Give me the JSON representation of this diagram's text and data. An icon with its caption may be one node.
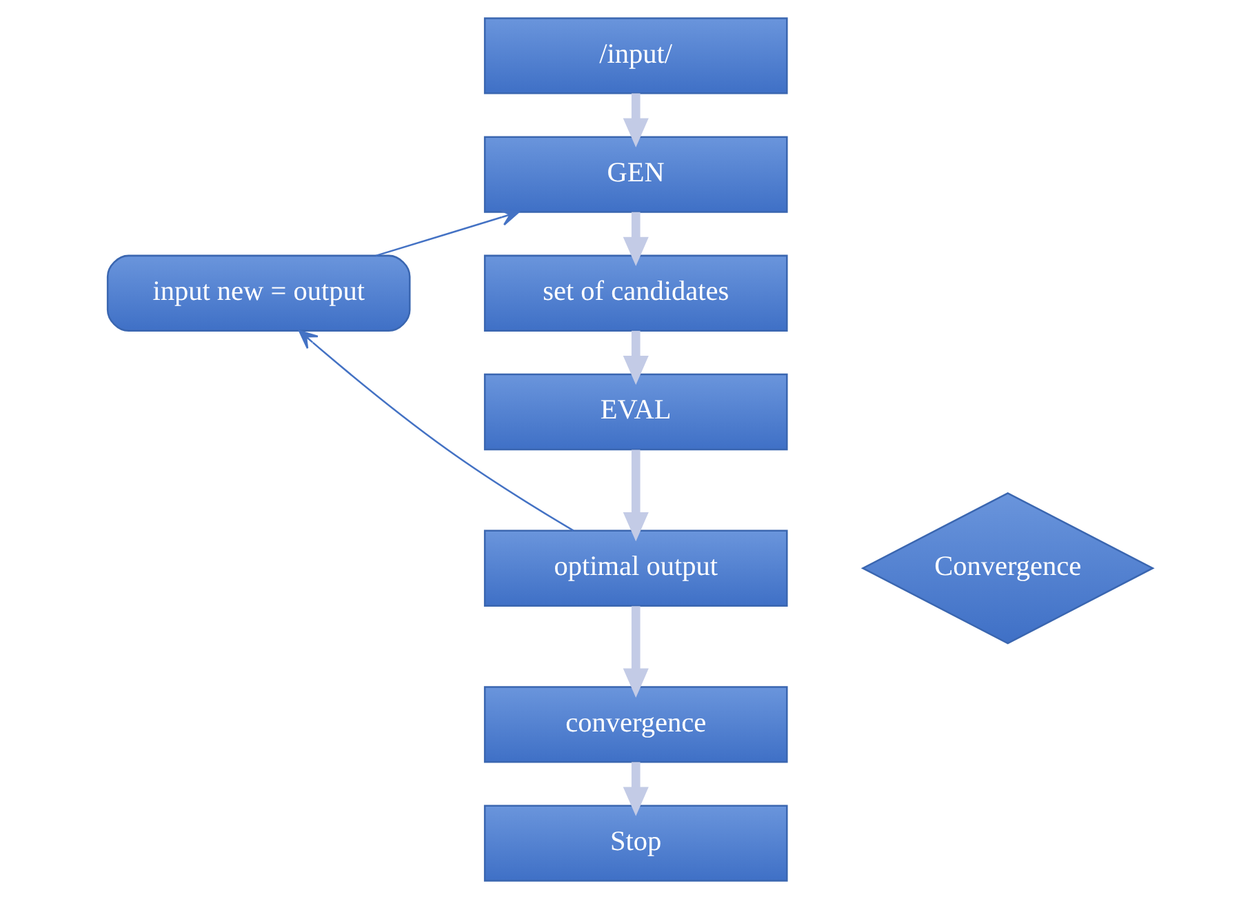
{
  "diagram": {
    "nodes": [
      {
        "text": [
          "/input/"
        ]
      },
      {
        "text": [
          "GEN"
        ]
      },
      {
        "text": [
          "set of candidates"
        ]
      },
      {
        "text": [
          "EVAL"
        ]
      },
      {
        "text": [
          "optimal output"
        ]
      },
      {
        "text": [
          "convergence"
        ]
      },
      {
        "text": [
          "Stop"
        ]
      },
      {
        "text": [
          "input new = output"
        ]
      },
      {
        "text": [
          "Convergence"
        ]
      }
    ],
    "edges": [
      {
        "from": 0,
        "to": 1,
        "arrow": "to"
      },
      {
        "from": 1,
        "to": 2,
        "arrow": "to"
      },
      {
        "from": 2,
        "to": 3,
        "arrow": "to"
      },
      {
        "from": 3,
        "to": 4,
        "arrow": "to"
      },
      {
        "from": 4,
        "to": 5,
        "arrow": "to"
      },
      {
        "from": 5,
        "to": 6,
        "arrow": "to"
      },
      {
        "from": 4,
        "to": 7,
        "arrow": "to",
        "color": "#4472c4"
      },
      {
        "from": 7,
        "to": 1,
        "arrow": "to",
        "color": "#4472c4"
      }
    ]
  }
}
